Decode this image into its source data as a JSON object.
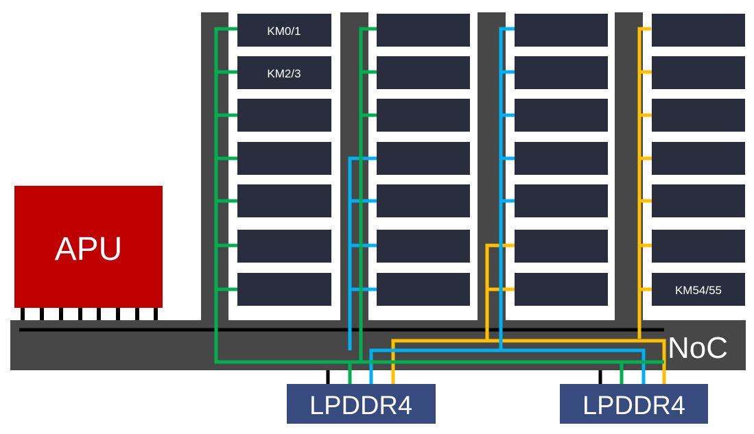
{
  "apu": {
    "label": "APU",
    "color": "#c00000"
  },
  "noc": {
    "label": "NoC",
    "color": "#474747"
  },
  "memories": [
    {
      "label": "LPDDR4"
    },
    {
      "label": "LPDDR4"
    }
  ],
  "kernel_labels": {
    "km0_1": "KM0/1",
    "km2_3": "KM2/3",
    "km54_55": "KM54/55"
  },
  "colors": {
    "block": "#2a2d3e",
    "memory": "#384b7e",
    "column_bg": "#474747",
    "green": "#00b050",
    "blue": "#00b0f0",
    "orange": "#ffc000",
    "black": "#000000"
  }
}
